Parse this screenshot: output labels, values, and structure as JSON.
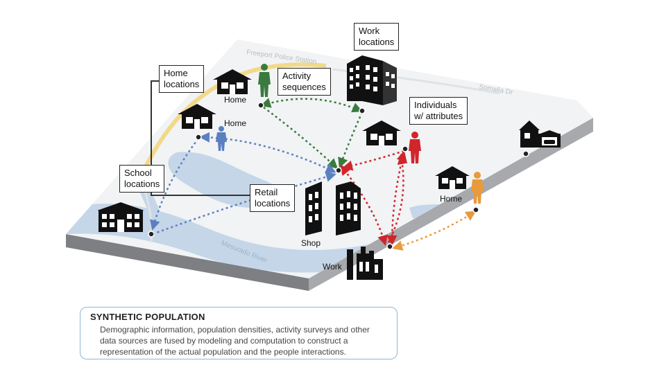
{
  "callouts": {
    "home_locations": [
      "Home",
      "locations"
    ],
    "activity_sequences": [
      "Activity",
      "sequences"
    ],
    "work_locations": [
      "Work",
      "locations"
    ],
    "individuals": [
      "Individuals",
      "w/ attributes"
    ],
    "school_locations": [
      "School",
      "locations"
    ],
    "retail_locations": [
      "Retail",
      "locations"
    ]
  },
  "place_labels": {
    "home_top": "Home",
    "home_left": "Home",
    "home_right": "Home",
    "shop": "Shop",
    "work": "Work"
  },
  "map_labels": {
    "police_station": "Freeport Police Station",
    "somalia": "Somalia Dr",
    "river": "Mesurado River"
  },
  "caption": {
    "title": "SYNTHETIC POPULATION",
    "lines": [
      "Demographic information, population densities, activity surveys and other",
      "data sources are fused by modeling and computation to construct a",
      "representation of the actual population and the people interactions."
    ]
  },
  "colors": {
    "person_green": "#3b7a3f",
    "person_blue": "#5b80c0",
    "person_red": "#d0262b",
    "person_orange": "#e89a3c",
    "water": "#c5d6e8",
    "land": "#f1f3f4"
  }
}
